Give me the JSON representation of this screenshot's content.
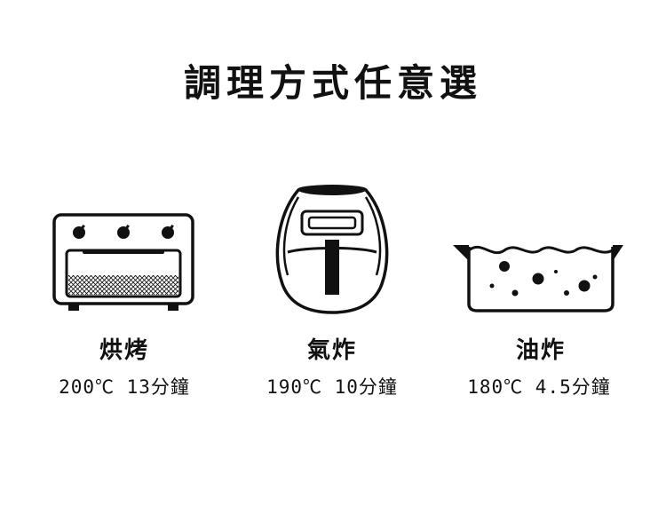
{
  "title": "調理方式任意選",
  "methods": [
    {
      "icon": "toaster-oven-icon",
      "name": "烘烤",
      "spec": "200℃ 13分鐘"
    },
    {
      "icon": "air-fryer-icon",
      "name": "氣炸",
      "spec": "190℃ 10分鐘"
    },
    {
      "icon": "deep-fry-pot-icon",
      "name": "油炸",
      "spec": "180℃ 4.5分鐘"
    }
  ]
}
